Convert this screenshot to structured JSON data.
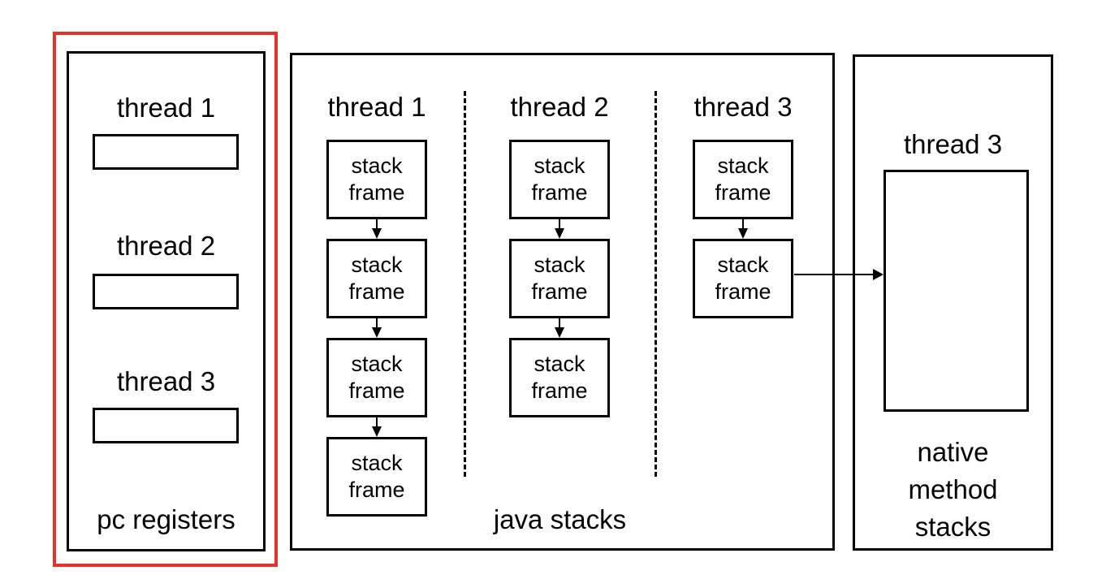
{
  "colors": {
    "highlight_red": "#e5332b",
    "line_black": "#000000",
    "background": "#ffffff"
  },
  "pc_registers": {
    "label": "pc registers",
    "threads": [
      {
        "label": "thread 1"
      },
      {
        "label": "thread 2"
      },
      {
        "label": "thread 3"
      }
    ]
  },
  "java_stacks": {
    "label": "java stacks",
    "columns": [
      {
        "label": "thread 1",
        "frames": [
          "stack frame",
          "stack frame",
          "stack frame",
          "stack frame"
        ]
      },
      {
        "label": "thread 2",
        "frames": [
          "stack frame",
          "stack frame",
          "stack frame"
        ]
      },
      {
        "label": "thread 3",
        "frames": [
          "stack frame",
          "stack frame"
        ]
      }
    ]
  },
  "native_method_stacks": {
    "thread_label": "thread 3",
    "label": "native method stacks"
  }
}
